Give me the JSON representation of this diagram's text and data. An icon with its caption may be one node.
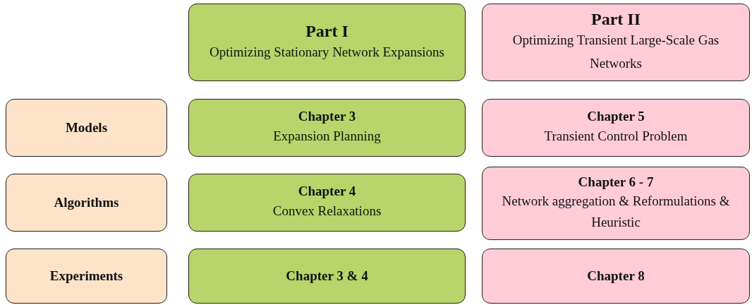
{
  "diagram": {
    "nodes": [
      {
        "text": [
          "Part I",
          "Optimizing Stationary Network Expansions"
        ]
      },
      {
        "text": [
          "Part II",
          "Optimizing Transient Large-Scale Gas Networks"
        ]
      },
      {
        "text": [
          "Models"
        ]
      },
      {
        "text": [
          "Chapter 3",
          "Expansion Planning"
        ]
      },
      {
        "text": [
          "Chapter 5",
          "Transient Control Problem"
        ]
      },
      {
        "text": [
          "Algorithms"
        ]
      },
      {
        "text": [
          "Chapter 4",
          "Convex Relaxations"
        ]
      },
      {
        "text": [
          "Chapter 6 - 7",
          "Network aggregation & Reformulations & Heuristic"
        ]
      },
      {
        "text": [
          "Experiments"
        ]
      },
      {
        "text": [
          "Chapter 3 & 4"
        ]
      },
      {
        "text": [
          "Chapter 8"
        ]
      }
    ]
  }
}
